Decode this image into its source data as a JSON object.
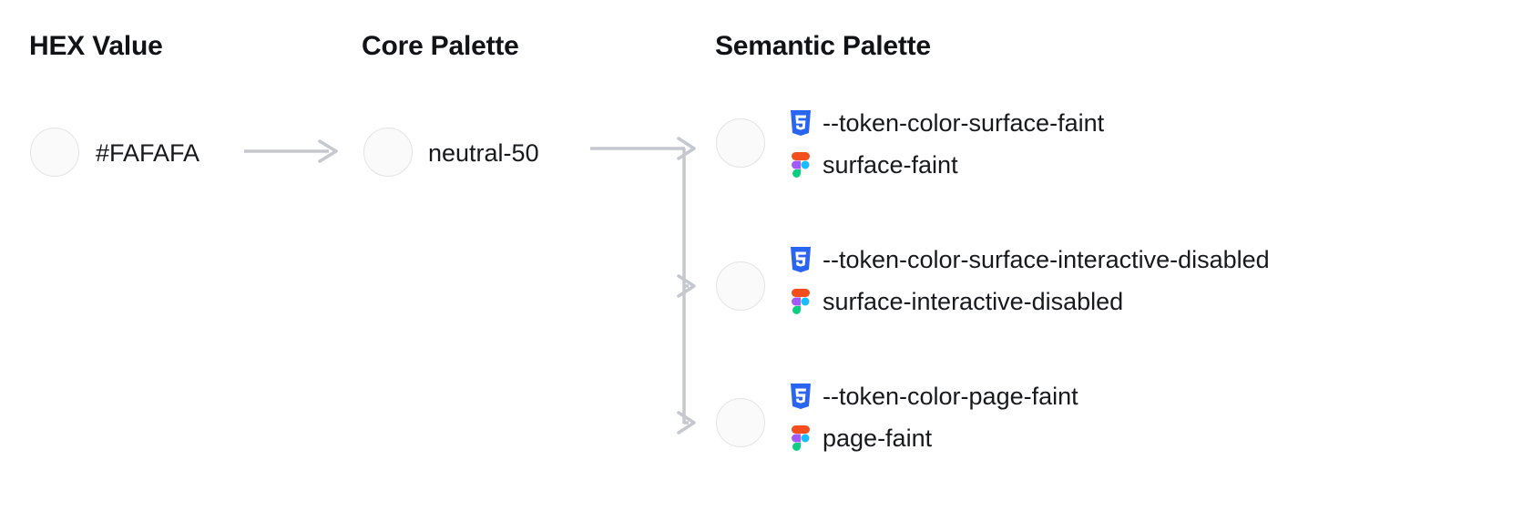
{
  "columns": {
    "hex": "HEX Value",
    "core": "Core Palette",
    "semantic": "Semantic Palette"
  },
  "hex": {
    "value": "#FAFAFA",
    "swatch_color": "#FAFAFA"
  },
  "core": {
    "value": "neutral-50",
    "swatch_color": "#FAFAFA"
  },
  "semantic": {
    "swatch_color": "#FAFAFA",
    "rows": [
      {
        "css_icon": "css3-icon",
        "css_token": "--token-color-surface-faint",
        "figma_icon": "figma-icon",
        "figma_token": "surface-faint"
      },
      {
        "css_icon": "css3-icon",
        "css_token": "--token-color-surface-interactive-disabled",
        "figma_icon": "figma-icon",
        "figma_token": "surface-interactive-disabled"
      },
      {
        "css_icon": "css3-icon",
        "css_token": "--token-color-page-faint",
        "figma_icon": "figma-icon",
        "figma_token": "page-faint"
      }
    ]
  },
  "connectors": {
    "line_color": "#C5C8CE",
    "hex_to_core": "arrow-right",
    "core_to_semantic": "branching-arrows"
  },
  "palette": {
    "text": "#17191C",
    "heading": "#111316",
    "swatch_border": "#E3E4E8",
    "css_blue": "#2965F1",
    "figma_red": "#F24E1E",
    "figma_purple": "#A259FF",
    "figma_cyan": "#1ABCFE",
    "figma_green": "#0ACF83",
    "background": "#FFFFFF"
  }
}
